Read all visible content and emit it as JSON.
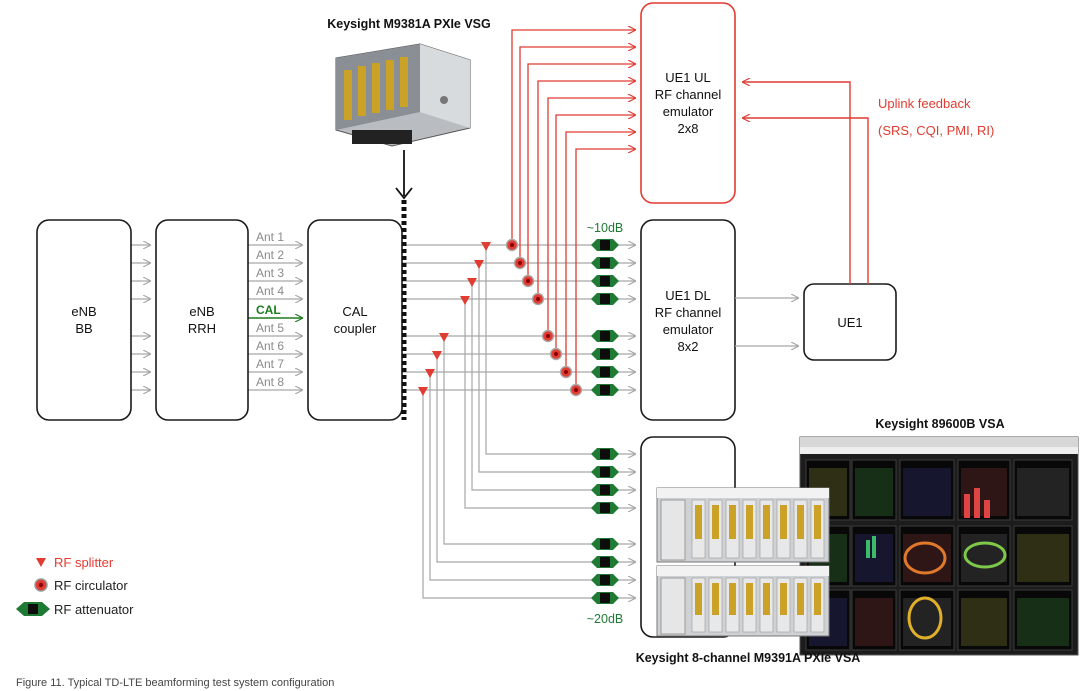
{
  "colors": {
    "signal_gray": "#a6a6a6",
    "box_stroke": "#1a1a1a",
    "uplink_red": "#e03c31",
    "cal_green": "#1e7b1e",
    "attenuator_green": "#1f7a34",
    "text": "#111111",
    "caption": "#444444",
    "ant_label_gray": "#8a8a8a"
  },
  "labels": {
    "vsg_title": "Keysight M9381A PXIe VSG",
    "vsa_title": "Keysight 89600B VSA",
    "pxi_vsa_title": "Keysight 8-channel M9391A PXIe VSA",
    "uplink_feedback": "Uplink feedback",
    "uplink_feedback_detail": "(SRS, CQI, PMI, RI)",
    "atten_top": "~10dB",
    "atten_bottom": "~20dB",
    "caption": "Figure 11. Typical TD-LTE beamforming test system configuration"
  },
  "blocks": {
    "enb_bb": [
      "eNB",
      "BB"
    ],
    "enb_rrh": [
      "eNB",
      "RRH"
    ],
    "cal_coupler": [
      "CAL",
      "coupler"
    ],
    "ue1_ul": [
      "UE1 UL",
      "RF channel",
      "emulator",
      "2x8"
    ],
    "ue1_dl": [
      "UE1 DL",
      "RF channel",
      "emulator",
      "8x2"
    ],
    "ue1": [
      "UE1"
    ]
  },
  "antennas": [
    "Ant 1",
    "Ant 2",
    "Ant 3",
    "Ant 4",
    "CAL",
    "Ant 5",
    "Ant 6",
    "Ant 7",
    "Ant 8"
  ],
  "legend": [
    {
      "symbol": "splitter",
      "label": "RF splitter",
      "color": "#e03c31"
    },
    {
      "symbol": "circulator",
      "label": "RF circulator",
      "color": "#222222"
    },
    {
      "symbol": "attenuator",
      "label": "RF attenuator",
      "color": "#222222"
    }
  ]
}
